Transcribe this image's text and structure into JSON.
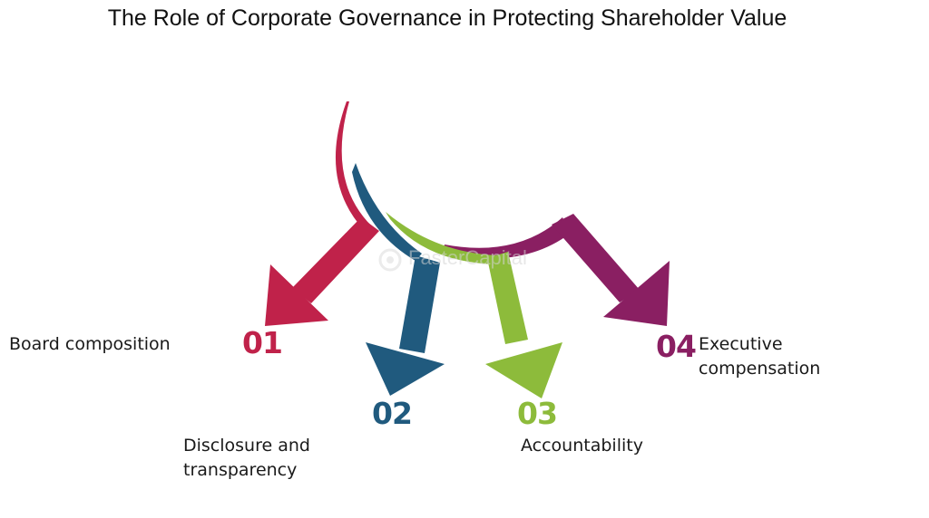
{
  "title": "The Role of Corporate Governance in Protecting Shareholder Value",
  "watermark": "FasterCapital",
  "colors": {
    "item_01": "#c0224a",
    "item_02": "#205a7e",
    "item_03": "#8dbb3b",
    "item_04": "#8a1f62"
  },
  "items": [
    {
      "number": "01",
      "label_lines": [
        "Board composition"
      ]
    },
    {
      "number": "02",
      "label_lines": [
        "Disclosure and",
        "transparency"
      ]
    },
    {
      "number": "03",
      "label_lines": [
        "Accountability"
      ]
    },
    {
      "number": "04",
      "label_lines": [
        "Executive",
        "compensation"
      ]
    }
  ]
}
